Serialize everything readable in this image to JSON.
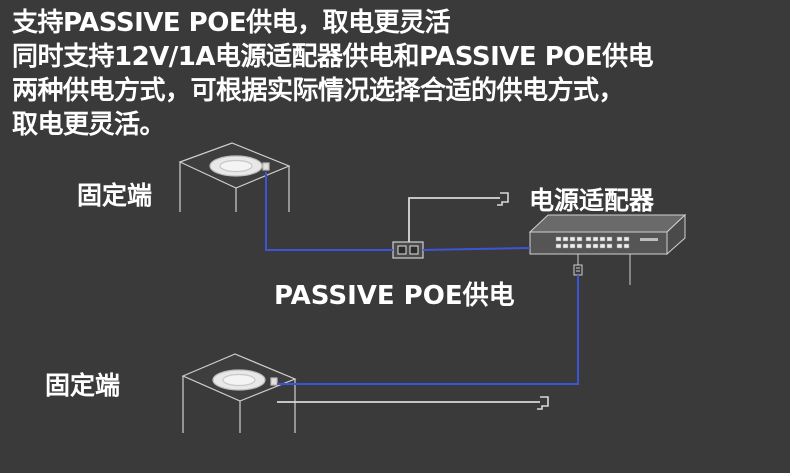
{
  "headline": [
    "支持PASSIVE POE供电，取电更灵活",
    "同时支持12V/1A电源适配器供电和PASSIVE POE供电",
    "两种供电方式，可根据实际情况选择合适的供电方式，",
    "取电更灵活。"
  ],
  "labels": {
    "fixed_end_top": "固定端",
    "power_adapter": "电源适配器",
    "passive_poe": "PASSIVE POE供电",
    "fixed_end_bottom": "固定端"
  },
  "colors": {
    "background": "#3a3a3a",
    "text": "#ffffff",
    "ethernet_cable": "#3a55d6",
    "power_cable": "#d8d8d8",
    "device_line": "#cfcfcf"
  }
}
